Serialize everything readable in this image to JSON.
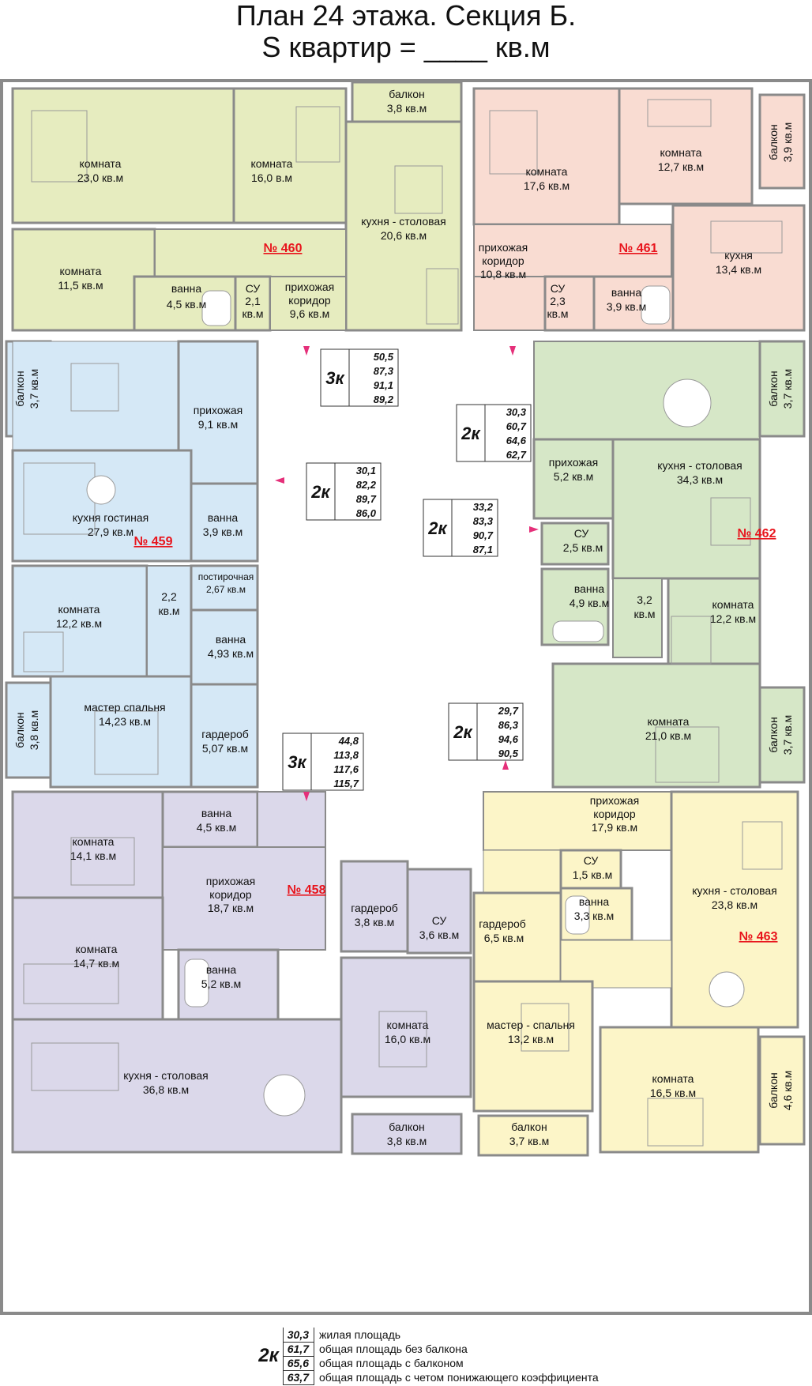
{
  "title": {
    "line1": "План 24 этажа. Секция Б.",
    "line2": "S квартир = ____ кв.м"
  },
  "colors": {
    "apt_460": "#e6ecbf",
    "apt_461": "#f9dcd2",
    "apt_459": "#d5e8f6",
    "apt_462": "#d6e7c7",
    "apt_458": "#dbd8ea",
    "apt_463": "#fcf5c8",
    "number_red": "#e8141c",
    "wall": "#8a8a8a"
  },
  "apartments": {
    "a460": {
      "number": "№ 460",
      "rooms": {
        "room1": [
          "комната",
          "23,0 кв.м"
        ],
        "room2": [
          "комната",
          "16,0 в.м"
        ],
        "balcony": [
          "балкон",
          "3,8 кв.м"
        ],
        "kitchen": [
          "кухня - столовая",
          "20,6 кв.м"
        ],
        "room3": [
          "комната",
          "11,5 кв.м"
        ],
        "bath": [
          "ванна",
          "4,5 кв.м"
        ],
        "wc": [
          "СУ",
          "2,1",
          "кв.м"
        ],
        "hall": [
          "прихожая",
          "коридор",
          "9,6 кв.м"
        ]
      }
    },
    "a461": {
      "number": "№ 461",
      "rooms": {
        "room1": [
          "комната",
          "17,6 кв.м"
        ],
        "room2": [
          "комната",
          "12,7 кв.м"
        ],
        "balcony": [
          "балкон",
          "3,9 кв.м"
        ],
        "hall": [
          "прихожая",
          "коридор",
          "10,8 кв.м"
        ],
        "wc": [
          "СУ",
          "2,3",
          "кв.м"
        ],
        "bath": [
          "ванна",
          "3,9 кв.м"
        ],
        "kitchen": [
          "кухня",
          "13,4 кв.м"
        ]
      }
    },
    "a459": {
      "number": "№ 459",
      "rooms": {
        "balcony1": [
          "балкон",
          "3,7 кв.м"
        ],
        "hall": [
          "прихожая",
          "9,1 кв.м"
        ],
        "kitchen": [
          "кухня гостиная",
          "27,9 кв.м"
        ],
        "bath1": [
          "ванна",
          "3,9 кв.м"
        ],
        "laundry": [
          "постирочная",
          "2,67 кв.м"
        ],
        "room1": [
          "комната",
          "12,2 кв.м"
        ],
        "corr": [
          "2,2",
          "кв.м"
        ],
        "bath2": [
          "ванна",
          "4,93 кв.м"
        ],
        "balcony2": [
          "балкон",
          "3,8 кв.м"
        ],
        "master": [
          "мастер спальня",
          "14,23 кв.м"
        ],
        "wardrobe": [
          "гардероб",
          "5,07 кв.м"
        ]
      }
    },
    "a462": {
      "number": "№ 462",
      "rooms": {
        "hall": [
          "прихожая",
          "5,2 кв.м"
        ],
        "kitchen": [
          "кухня - столовая",
          "34,3 кв.м"
        ],
        "balcony1": [
          "балкон",
          "3,7 кв.м"
        ],
        "wc": [
          "СУ",
          "2,5 кв.м"
        ],
        "bath": [
          "ванна",
          "4,9 кв.м"
        ],
        "corr": [
          "3,2",
          "кв.м"
        ],
        "room1": [
          "комната",
          "12,2 кв.м"
        ],
        "room2": [
          "комната",
          "21,0 кв.м"
        ],
        "balcony2": [
          "балкон",
          "3,7 кв.м"
        ]
      }
    },
    "a458": {
      "number": "№ 458",
      "rooms": {
        "bath1": [
          "ванна",
          "4,5 кв.м"
        ],
        "room1": [
          "комната",
          "14,1 кв.м"
        ],
        "hall": [
          "прихожая",
          "коридор",
          "18,7 кв.м"
        ],
        "wardrobe": [
          "гардероб",
          "3,8 кв.м"
        ],
        "wc": [
          "СУ",
          "3,6 кв.м"
        ],
        "room2": [
          "комната",
          "14,7 кв.м"
        ],
        "bath2": [
          "ванна",
          "5,2 кв.м"
        ],
        "room3": [
          "комната",
          "16,0 кв.м"
        ],
        "kitchen": [
          "кухня - столовая",
          "36,8 кв.м"
        ],
        "balcony": [
          "балкон",
          "3,8 кв.м"
        ]
      }
    },
    "a463": {
      "number": "№ 463",
      "rooms": {
        "hall": [
          "прихожая",
          "коридор",
          "17,9 кв.м"
        ],
        "wc": [
          "СУ",
          "1,5 кв.м"
        ],
        "kitchen": [
          "кухня - столовая",
          "23,8 кв.м"
        ],
        "bath": [
          "ванна",
          "3,3 кв.м"
        ],
        "wardrobe": [
          "гардероб",
          "6,5 кв.м"
        ],
        "master": [
          "мастер - спальня",
          "13,2 кв.м"
        ],
        "room1": [
          "комната",
          "16,5 кв.м"
        ],
        "balcony1": [
          "балкон",
          "4,6 кв.м"
        ],
        "balcony2": [
          "балкон",
          "3,7 кв.м"
        ]
      }
    }
  },
  "area_tables": [
    {
      "id": "t460",
      "k": "3к",
      "values": [
        "50,5",
        "87,3",
        "91,1",
        "89,2"
      ]
    },
    {
      "id": "t461",
      "k": "2к",
      "values": [
        "30,3",
        "60,7",
        "64,6",
        "62,7"
      ]
    },
    {
      "id": "t459",
      "k": "2к",
      "values": [
        "30,1",
        "82,2",
        "89,7",
        "86,0"
      ]
    },
    {
      "id": "t462",
      "k": "2к",
      "values": [
        "33,2",
        "83,3",
        "90,7",
        "87,1"
      ]
    },
    {
      "id": "t463",
      "k": "2к",
      "values": [
        "29,7",
        "86,3",
        "94,6",
        "90,5"
      ]
    },
    {
      "id": "t458",
      "k": "3к",
      "values": [
        "44,8",
        "113,8",
        "117,6",
        "115,7"
      ]
    }
  ],
  "legend": {
    "k": "2к",
    "rows": [
      {
        "value": "30,3",
        "text": "жилая площадь"
      },
      {
        "value": "61,7",
        "text": "общая площадь без балкона"
      },
      {
        "value": "65,6",
        "text": "общая площадь с балконом"
      },
      {
        "value": "63,7",
        "text": "общая площадь с четом понижающего коэффициента"
      }
    ]
  }
}
